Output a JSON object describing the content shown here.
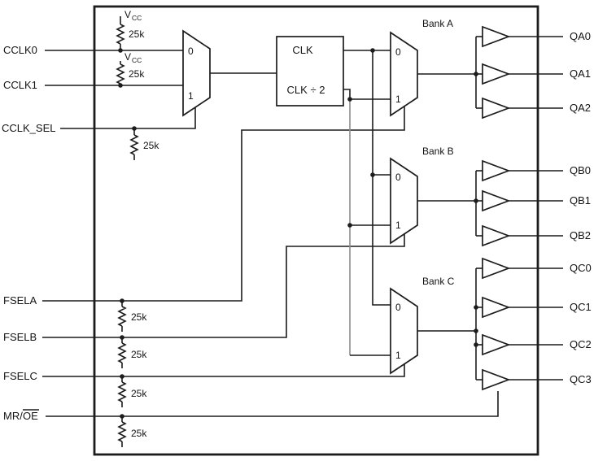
{
  "diagram": {
    "colors": {
      "line": "#1c1c1c",
      "background": "#ffffff",
      "divider_net": "#8c8c8c"
    },
    "power": {
      "v": "V",
      "sub": "CC"
    },
    "resistor_value": "25k",
    "left_pins": {
      "cclk0": "CCLK0",
      "cclk1": "CCLK1",
      "cclk_sel": "CCLK_SEL",
      "fsela": "FSELA",
      "fselb": "FSELB",
      "fselc": "FSELC",
      "mr_oe_prefix": "MR/",
      "mr_oe_overlined": "OE"
    },
    "mux_inputs": {
      "zero": "0",
      "one": "1"
    },
    "clock_block": {
      "clk": "CLK",
      "clk_div2": "CLK ÷ 2"
    },
    "banks": {
      "a": "Bank A",
      "b": "Bank B",
      "c": "Bank C"
    },
    "right_pins": [
      "QA0",
      "QA1",
      "QA2",
      "QB0",
      "QB1",
      "QB2",
      "QC0",
      "QC1",
      "QC2",
      "QC3"
    ]
  }
}
